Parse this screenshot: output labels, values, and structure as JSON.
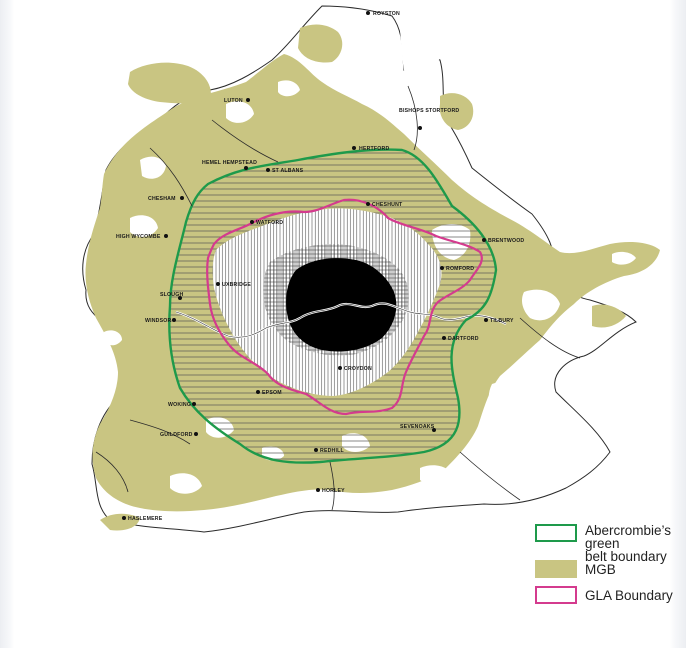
{
  "colors": {
    "mgb": "#c9c582",
    "abercrombie": "#1e9a4b",
    "gla": "#d43b8e",
    "urban": "#000000",
    "boundary": "#2b2b2b",
    "hatch": "#555555"
  },
  "towns": [
    {
      "name": "ROYSTON"
    },
    {
      "name": "LUTON"
    },
    {
      "name": "BISHOPS STORTFORD"
    },
    {
      "name": "HERTFORD"
    },
    {
      "name": "HEMEL HEMPSTEAD"
    },
    {
      "name": "ST ALBANS"
    },
    {
      "name": "CHESHUNT"
    },
    {
      "name": "CHESHAM"
    },
    {
      "name": "WATFORD"
    },
    {
      "name": "HIGH WYCOMBE"
    },
    {
      "name": "BRENTWOOD"
    },
    {
      "name": "ROMFORD"
    },
    {
      "name": "UXBRIDGE"
    },
    {
      "name": "SLOUGH"
    },
    {
      "name": "WINDSOR"
    },
    {
      "name": "TILBURY"
    },
    {
      "name": "DARTFORD"
    },
    {
      "name": "CROYDON"
    },
    {
      "name": "WOKING"
    },
    {
      "name": "EPSOM"
    },
    {
      "name": "SEVENOAKS"
    },
    {
      "name": "GUILDFORD"
    },
    {
      "name": "REDHILL"
    },
    {
      "name": "HORLEY"
    },
    {
      "name": "HASLEMERE"
    }
  ],
  "legend": [
    {
      "key": "abercrombie",
      "label_line1": "Abercrombie’s green",
      "label_line2": "belt boundary"
    },
    {
      "key": "mgb",
      "label_line1": "MGB",
      "label_line2": ""
    },
    {
      "key": "gla",
      "label_line1": "GLA Boundary",
      "label_line2": ""
    }
  ]
}
